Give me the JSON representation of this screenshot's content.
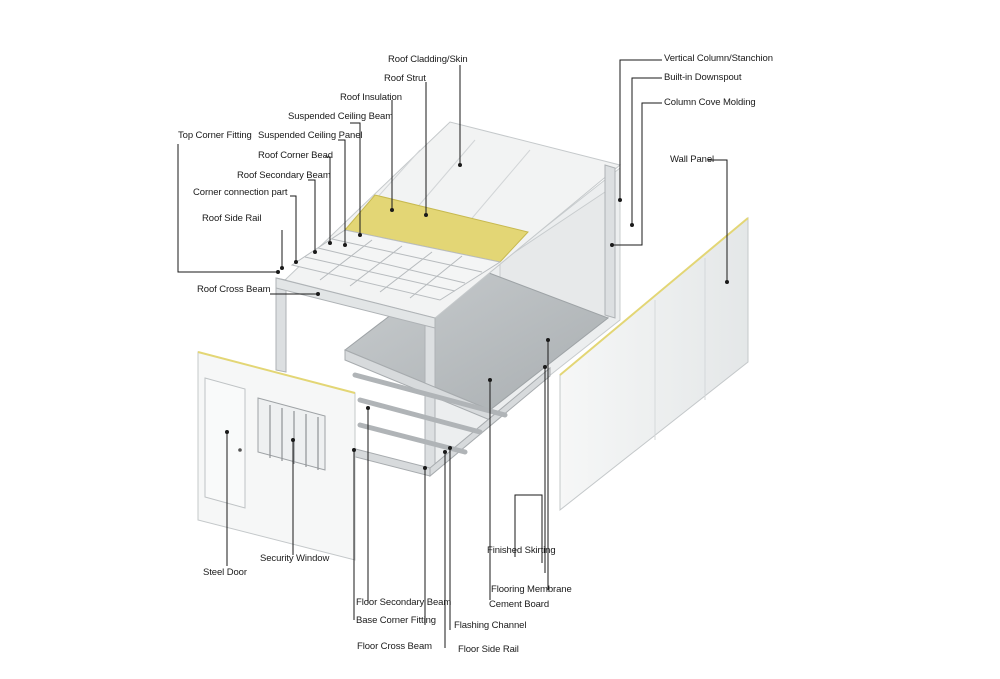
{
  "labels": {
    "roof_cladding_skin": "Roof Cladding/Skin",
    "roof_strut": "Roof Strut",
    "roof_insulation": "Roof Insulation",
    "suspended_ceiling_beam": "Suspended Ceiling Beam",
    "suspended_ceiling_panel": "Suspended Ceiling Panel",
    "top_corner_fitting": "Top Corner Fitting",
    "roof_corner_bead": "Roof Corner Bead",
    "roof_secondary_beam": "Roof Secondary Beam",
    "corner_connection_part": "Corner connection part",
    "roof_side_rail": "Roof Side Rail",
    "roof_cross_beam": "Roof Cross Beam",
    "vertical_column_stanchion": "Vertical Column/Stanchion",
    "built_in_downspout": "Built-in Downspout",
    "column_cove_molding": "Column Cove Molding",
    "wall_panel": "Wall Panel",
    "finished_skirting": "Finished Skirting",
    "flooring_membrane": "Flooring Membrane",
    "cement_board": "Cement Board",
    "flashing_channel": "Flashing Channel",
    "floor_side_rail": "Floor Side Rail",
    "floor_secondary_beam": "Floor Secondary Beam",
    "base_corner_fitting": "Base Corner Fitting",
    "floor_cross_beam": "Floor Cross Beam",
    "steel_door": "Steel Door",
    "security_window": "Security Window"
  },
  "colors": {
    "insulation": "#e3d675",
    "panel": "#f4f5f5",
    "frame": "#d9dcde",
    "floor": "#b9bdbf",
    "leader": "#1a1a1a"
  }
}
